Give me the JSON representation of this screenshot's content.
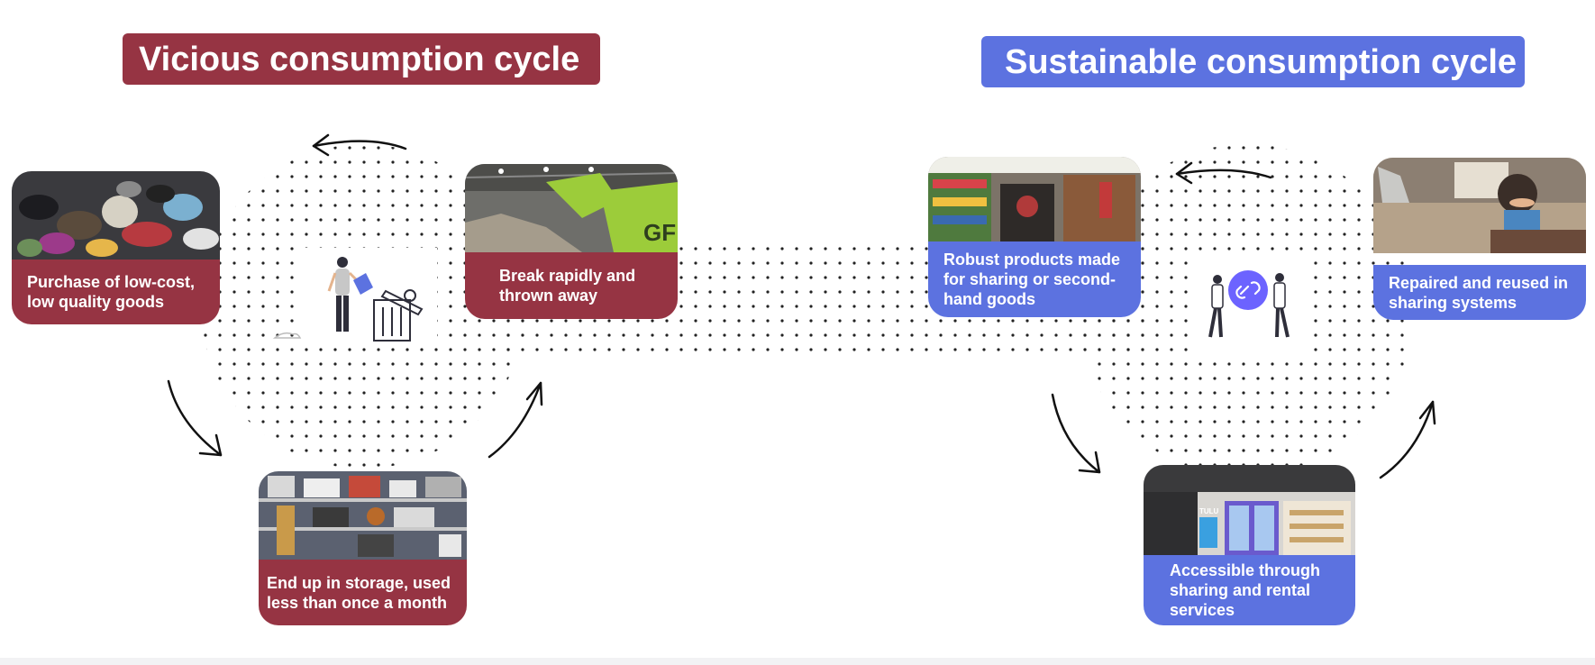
{
  "vicious": {
    "title": "Vicious consumption cycle",
    "color": "#963443",
    "steps": [
      {
        "label": "Purchase of low-cost, low quality goods",
        "image": "pile-of-cheap-goods-photo"
      },
      {
        "label": "Break rapidly and thrown away",
        "image": "waste-facility-excavator-photo"
      },
      {
        "label": "End up in storage, used less than once a month",
        "image": "cluttered-storage-shelves-photo"
      }
    ],
    "illustration": "person-throwing-away-item-icon"
  },
  "sustainable": {
    "title": "Sustainable consumption cycle",
    "color": "#5c72e0",
    "steps": [
      {
        "label": "Robust products made for sharing or second-hand goods",
        "image": "second-hand-store-photo"
      },
      {
        "label": "Repaired and reused in sharing systems",
        "image": "person-repairing-item-photo"
      },
      {
        "label": "Accessible through sharing and rental services",
        "image": "rental-lockers-photo"
      }
    ],
    "illustration": "two-people-sharing-link-icon"
  },
  "photo_text": {
    "tulu_sign": "TULU",
    "gf_sign": "GF"
  }
}
